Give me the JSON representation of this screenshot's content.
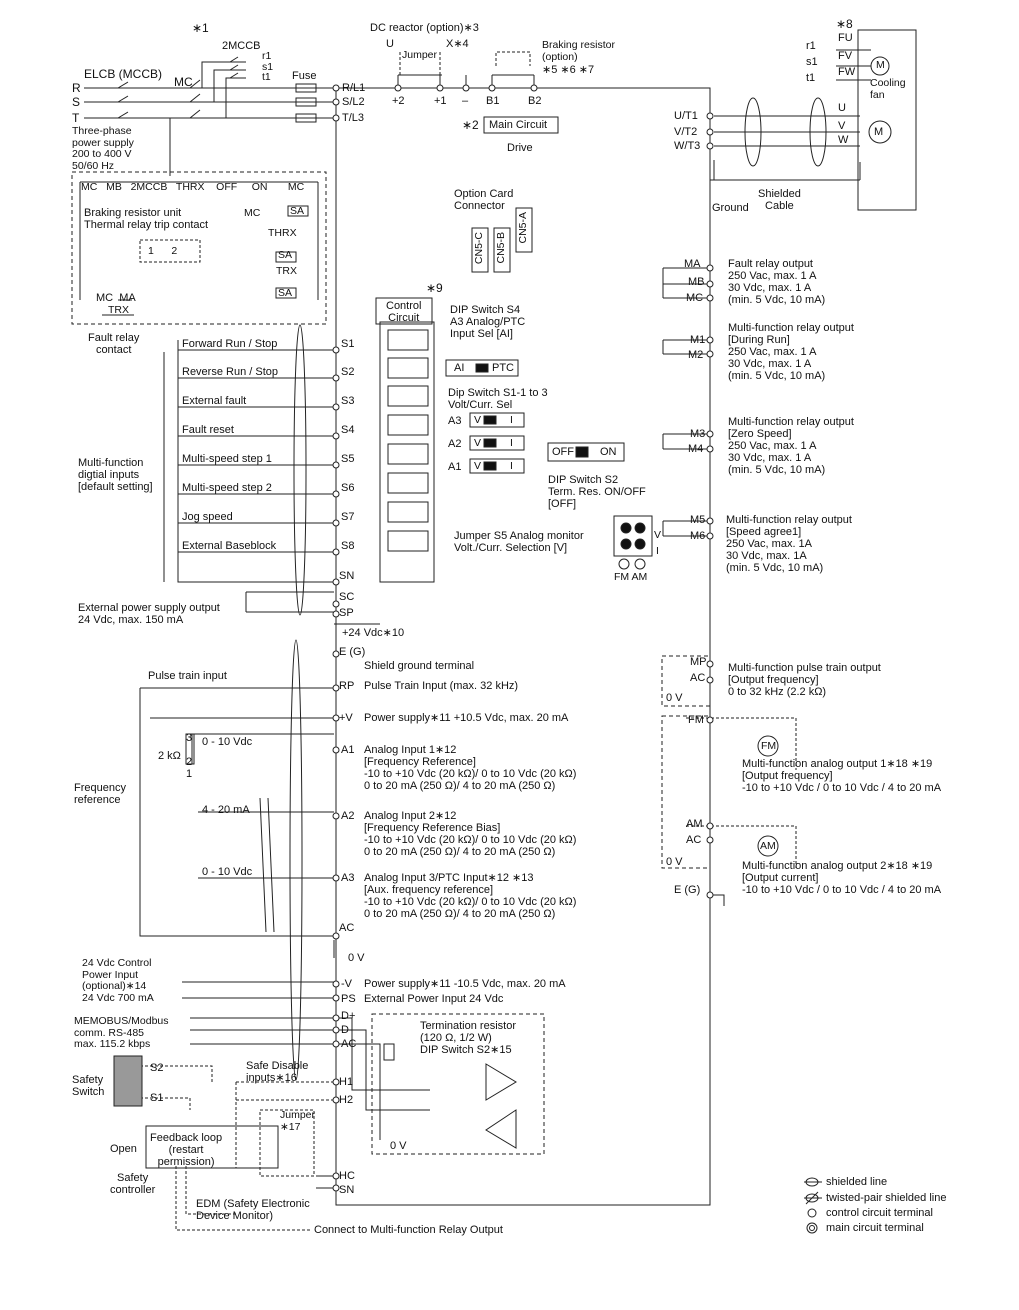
{
  "top": {
    "note1": "∗1",
    "mccb2": "2MCCB",
    "r1": "r1",
    "s1": "s1",
    "t1": "t1",
    "elcb": "ELCB (MCCB)",
    "mc": "MC",
    "fuse": "Fuse",
    "R": "R",
    "S": "S",
    "T": "T",
    "supply": "Three-phase\npower supply\n200 to 400 V\n50/60 Hz",
    "rl1": "R/L1",
    "sl2": "S/L2",
    "tl3": "T/L3",
    "dc_reactor": "DC reactor (option)∗3",
    "u": "U",
    "x4": "X∗4",
    "jumper": "Jumper",
    "braking": "Braking resistor\n(option)",
    "notes567": "∗5 ∗6 ∗7",
    "p2": "+2",
    "p1": "+1",
    "minus": "–",
    "b1": "B1",
    "b2": "B2",
    "note2": "∗2",
    "main_circuit": "Main Circuit",
    "drive": "Drive"
  },
  "motor": {
    "note8": "∗8",
    "fu": "FU",
    "fv": "FV",
    "fw": "FW",
    "r1": "r1",
    "s1": "s1",
    "t1": "t1",
    "m": "M",
    "cooling": "Cooling\nfan",
    "u": "U",
    "v": "V",
    "w": "W",
    "ut1": "U/T1",
    "vt2": "V/T2",
    "wt3": "W/T3",
    "ground": "Ground",
    "shielded": "Shielded\nCable"
  },
  "brk": {
    "header": "MC   MB   2MCCB   THRX    OFF     ON       MC",
    "mc_small": "MC",
    "sa": "SA",
    "unit": "Braking resistor unit\nThermal relay trip contact",
    "thrx": "THRX",
    "trx": "TRX",
    "pins": "1      2",
    "mcma": "MC  MA",
    "trx2": "TRX",
    "fault_contact": "Fault relay\ncontact"
  },
  "control": {
    "option": "Option Card\nConnector",
    "cn5c": "CN5-C",
    "cn5b": "CN5-B",
    "cn5a": "CN5-A",
    "note9": "∗9",
    "cc": "Control\nCircuit",
    "sw_s4": "DIP Switch S4\nA3 Analog/PTC\nInput Sel [AI]",
    "ai": "AI",
    "ptc": "PTC",
    "sw_s1": "Dip Switch S1-1 to 3\nVolt/Curr. Sel",
    "a3": "A3",
    "a2": "A2",
    "a1": "A1",
    "v": "V",
    "i": "I",
    "off": "OFF",
    "on": "ON",
    "sw_s2": "DIP Switch S2\nTerm. Res. ON/OFF\n[OFF]",
    "jumper_s5": "Jumper S5 Analog monitor\nVolt./Curr. Selection [V]",
    "jv": "V",
    "ji": "I",
    "fm_am": "FM AM"
  },
  "inputs": {
    "items": [
      "Forward Run / Stop",
      "Reverse Run / Stop",
      "External fault",
      "Fault reset",
      "Multi-speed step 1",
      "Multi-speed step 2",
      "Jog speed",
      "External Baseblock"
    ],
    "terminals": [
      "S1",
      "S2",
      "S3",
      "S4",
      "S5",
      "S6",
      "S7",
      "S8"
    ],
    "group": "Multi-function\ndigtial inputs\n[default setting]",
    "sn": "SN",
    "sc": "SC",
    "sp": "SP",
    "ext_supply": "External power supply output\n24 Vdc, max. 150 mA",
    "v24": "+24 Vdc∗10"
  },
  "analog": {
    "eg": "E (G)",
    "shield_gnd": "Shield ground terminal",
    "pulse_in_lbl": "Pulse train input",
    "rp": "RP",
    "rp_desc": "Pulse Train Input (max. 32 kHz)",
    "pv": "+V",
    "pv_desc": "Power supply∗11 +10.5 Vdc, max. 20 mA",
    "pot": "3\n\n2\n1",
    "kohm": "2 kΩ",
    "freq_ref": "Frequency\nreference",
    "r1": "0 - 10 Vdc",
    "r2": "4 - 20 mA",
    "r3": "0 - 10 Vdc",
    "a1": "A1",
    "a1_desc": "Analog Input 1∗12\n[Frequency Reference]\n-10 to +10 Vdc (20 kΩ)/ 0 to 10 Vdc (20 kΩ)\n0 to 20 mA (250 Ω)/ 4 to 20 mA (250 Ω)",
    "a2": "A2",
    "a2_desc": "Analog Input 2∗12\n[Frequency Reference Bias]\n-10 to +10 Vdc (20 kΩ)/ 0 to 10 Vdc (20 kΩ)\n0 to 20 mA (250 Ω)/ 4 to 20 mA (250 Ω)",
    "a3": "A3",
    "a3_desc": "Analog Input 3/PTC Input∗12 ∗13\n[Aux. frequency reference]\n-10 to +10 Vdc (20 kΩ)/ 0 to 10 Vdc (20 kΩ)\n0 to 20 mA (250 Ω)/ 4 to 20 mA (250 Ω)",
    "ac": "AC",
    "zero_v": "0 V",
    "mv": "-V",
    "mv_desc": "Power supply∗11 -10.5 Vdc, max. 20 mA",
    "ps": "PS",
    "ps_desc": "External Power Input 24 Vdc",
    "ctl_power": "24 Vdc Control\nPower Input\n(optional)∗14\n24 Vdc 700 mA"
  },
  "comm": {
    "label": "MEMOBUS/Modbus\ncomm. RS-485\nmax. 115.2 kbps",
    "dp": "D+",
    "dm": "D-",
    "ac": "AC",
    "term": "Termination resistor\n(120 Ω, 1/2 W)\nDIP Switch S2∗15",
    "zero_v": "0 V"
  },
  "safety": {
    "switch": "Safety\nSwitch",
    "s2": "S2",
    "s1": "S1",
    "sdi": "Safe Disable\ninputs∗16",
    "jumper": "Jumper\n∗17",
    "open": "Open",
    "feedback": "Feedback loop\n(restart\npermission)",
    "controller": "Safety\ncontroller",
    "h1": "H1",
    "h2": "H2",
    "hc": "HC",
    "sn": "SN",
    "edm": "EDM (Safety Electronic\nDevice Monitor)",
    "connect": "Connect to Multi-function Relay Output"
  },
  "outputs": {
    "ma": "MA",
    "mb": "MB",
    "mc": "MC",
    "fault_out": "Fault relay output\n250 Vac, max. 1 A\n30 Vdc, max. 1 A\n(min. 5 Vdc, 10 mA)",
    "m1": "M1",
    "m2": "M2",
    "relay1": "Multi-function relay output\n[During Run]\n250 Vac, max. 1 A\n30 Vdc, max. 1 A\n(min. 5 Vdc, 10 mA)",
    "m3": "M3",
    "m4": "M4",
    "relay2": "Multi-function relay output\n[Zero Speed]\n250 Vac, max. 1 A\n30 Vdc, max. 1 A\n(min. 5 Vdc, 10 mA)",
    "m5": "M5",
    "m6": "M6",
    "relay3": "Multi-function relay output\n[Speed agree1]\n250 Vac, max. 1A\n30 Vdc, max. 1A\n(min. 5 Vdc, 10 mA)",
    "mp": "MP",
    "ac": "AC",
    "zero_v": "0 V",
    "pulse_out": "Multi-function pulse train output\n[Output frequency]\n0 to 32 kHz (2.2 kΩ)",
    "fm": "FM",
    "am": "AM",
    "fm_meter": "FM",
    "am_meter": "AM",
    "ao1": "Multi-function analog output 1∗18 ∗19\n[Output frequency]\n-10 to +10 Vdc / 0 to 10 Vdc / 4 to 20 mA",
    "ao2": "Multi-function analog output 2∗18 ∗19\n[Output current]\n-10 to +10 Vdc / 0 to 10 Vdc / 4 to 20 mA",
    "eg": "E (G)"
  },
  "legend": {
    "shielded": "shielded line",
    "twisted": "twisted-pair shielded line",
    "control": "control circuit terminal",
    "main": "main circuit terminal"
  }
}
